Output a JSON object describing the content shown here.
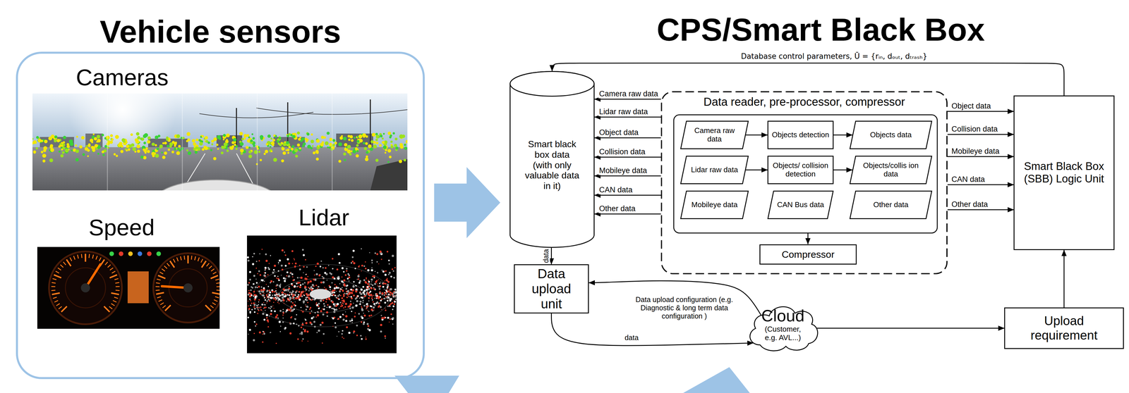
{
  "diagram": {
    "nodes": [
      {
        "text": [
          "Vehicle sensors"
        ]
      },
      {
        "text": [
          "Smart black box data",
          "(with only valuable data in it)"
        ]
      },
      {
        "text": [
          "Data reader, pre-processor, compressor"
        ]
      },
      {
        "text": [
          "Camera raw data"
        ],
        "in": 2
      },
      {
        "text": [
          "Objects detection"
        ],
        "in": 2
      },
      {
        "text": [
          "Objects data"
        ],
        "in": 2
      },
      {
        "text": [
          "Lidar raw data"
        ],
        "in": 2
      },
      {
        "text": [
          "Objects/ collision detection"
        ],
        "in": 2
      },
      {
        "text": [
          "Objects/collis ion data"
        ],
        "in": 2
      },
      {
        "text": [
          "Mobileye data"
        ],
        "in": 2
      },
      {
        "text": [
          "CAN Bus data"
        ],
        "in": 2
      },
      {
        "text": [
          "Other data"
        ],
        "in": 2
      },
      {
        "text": [
          "Compressor"
        ],
        "in": 2
      },
      {
        "text": [
          "Smart Black Box (SBB) Logic Unit"
        ]
      },
      {
        "text": [
          "Data upload unit"
        ]
      },
      {
        "text": [
          "Cloud",
          "(Customer, e.g. AVL...)"
        ]
      },
      {
        "text": [
          "Upload requirement"
        ]
      }
    ],
    "edges": [
      {
        "from": 13,
        "to": 1,
        "label": "Database control parameters, Ū = {rᵢₙ, dₒᵤₜ, dₜᵣₐₛₕ}",
        "arrow": "to"
      },
      {
        "from": 2,
        "to": 1,
        "label": "Camera raw data",
        "arrow": "to"
      },
      {
        "from": 2,
        "to": 1,
        "label": "Lidar raw data",
        "arrow": "to"
      },
      {
        "from": 2,
        "to": 1,
        "label": "Object data",
        "arrow": "to"
      },
      {
        "from": 2,
        "to": 1,
        "label": "Collision data",
        "arrow": "to"
      },
      {
        "from": 2,
        "to": 1,
        "label": "Mobileye data",
        "arrow": "to"
      },
      {
        "from": 2,
        "to": 1,
        "label": "CAN data",
        "arrow": "to"
      },
      {
        "from": 2,
        "to": 1,
        "label": "Other data",
        "arrow": "to"
      },
      {
        "from": 3,
        "to": 4,
        "arrow": "to"
      },
      {
        "from": 4,
        "to": 5,
        "arrow": "to"
      },
      {
        "from": 6,
        "to": 7,
        "arrow": "to"
      },
      {
        "from": 7,
        "to": 8,
        "arrow": "to"
      },
      {
        "from": 2,
        "to": 13,
        "label": "Object data",
        "arrow": "to"
      },
      {
        "from": 2,
        "to": 13,
        "label": "Collision data",
        "arrow": "to"
      },
      {
        "from": 2,
        "to": 13,
        "label": "Mobileye data",
        "arrow": "to"
      },
      {
        "from": 2,
        "to": 13,
        "label": "CAN data",
        "arrow": "to"
      },
      {
        "from": 2,
        "to": 13,
        "label": "Other data",
        "arrow": "to"
      },
      {
        "from": 1,
        "to": 14,
        "label": "data",
        "arrow": "to"
      },
      {
        "from": 14,
        "to": 15,
        "label": "data",
        "arrow": "to"
      },
      {
        "from": 15,
        "to": 14,
        "label": "Data upload configuration (e.g. Diagnostic & long term data configuration )",
        "arrow": "to"
      },
      {
        "from": 15,
        "to": 16,
        "arrow": "to"
      },
      {
        "from": 16,
        "to": 13,
        "arrow": "to"
      }
    ],
    "labels": [
      "Cameras",
      "Speed",
      "Lidar",
      "CPS/Smart Black Box"
    ]
  }
}
